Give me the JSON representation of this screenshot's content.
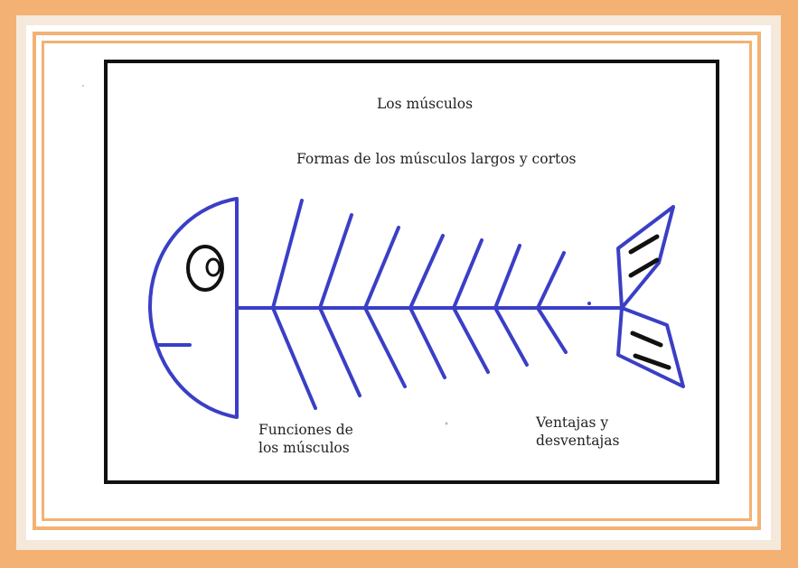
{
  "diagram": {
    "title": "Los músculos",
    "top_label": "Formas de los músculos largos y cortos",
    "bottom_left_label": "Funciones de los músculos",
    "bottom_right_label": "Ventajas y desventajas"
  },
  "colors": {
    "frame": "#f3b273",
    "fish": "#3a3fc6",
    "box": "#111111"
  }
}
